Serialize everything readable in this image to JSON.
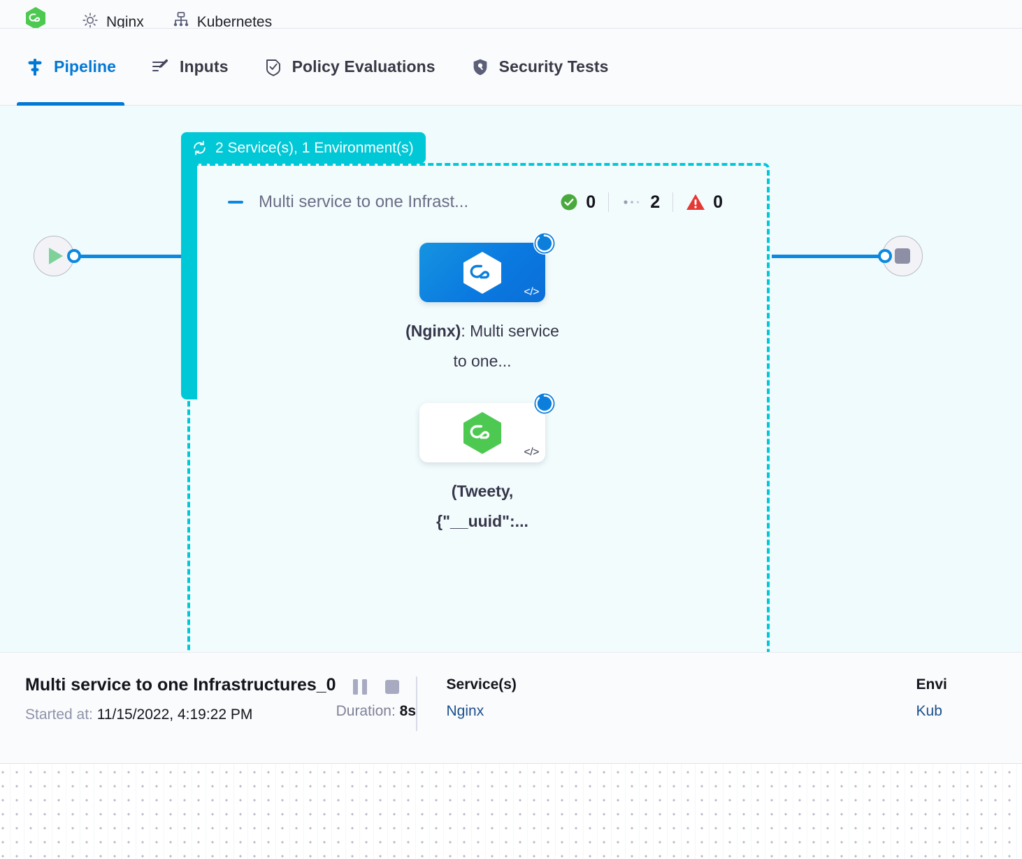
{
  "breadcrumb": {
    "items": [
      {
        "icon": "harness-hexagon-green-icon",
        "label": ""
      },
      {
        "icon": "gear-icon",
        "label": "Nginx"
      },
      {
        "icon": "infrastructure-icon",
        "label": "Kubernetes"
      }
    ]
  },
  "tabs": [
    {
      "id": "pipeline",
      "label": "Pipeline",
      "icon": "pipeline-icon",
      "active": true
    },
    {
      "id": "inputs",
      "label": "Inputs",
      "icon": "inputs-icon",
      "active": false
    },
    {
      "id": "policy",
      "label": "Policy Evaluations",
      "icon": "policy-shield-check-icon",
      "active": false
    },
    {
      "id": "security",
      "label": "Security Tests",
      "icon": "security-shield-icon",
      "active": false
    }
  ],
  "canvas": {
    "group_badge": {
      "icon": "loop-repeat-icon",
      "label": "2 Service(s), 1 Environment(s)"
    },
    "stage": {
      "collapse_icon": "minus-collapse-icon",
      "title": "Multi service to one Infrast...",
      "counts": [
        {
          "id": "success",
          "icon": "check-circle-green-icon",
          "value": "0"
        },
        {
          "id": "running",
          "icon": "pending-dots-icon",
          "value": "2"
        },
        {
          "id": "failed",
          "icon": "warning-triangle-red-icon",
          "value": "0"
        }
      ]
    },
    "steps": [
      {
        "id": "step-nginx",
        "card_style": "blue",
        "hex_icon": "harness-hexagon-white-icon",
        "code_mark": "</>",
        "status_icon": "running-spinner-icon",
        "label_bold": "(Nginx)",
        "label_rest": ": Multi service to one..."
      },
      {
        "id": "step-tweety",
        "card_style": "white",
        "hex_icon": "harness-hexagon-green-icon",
        "code_mark": "</>",
        "status_icon": "running-spinner-icon",
        "label_bold": "(Tweety, {\"__uuid\":...",
        "label_rest": ""
      }
    ],
    "start_node": {
      "icon": "play-start-icon"
    },
    "end_node": {
      "icon": "stop-end-icon"
    }
  },
  "info_panel": {
    "title": "Multi service to one Infrastructures_0",
    "started_label": "Started at:",
    "started_value": "11/15/2022, 4:19:22 PM",
    "controls": [
      {
        "id": "pause",
        "icon": "pause-icon"
      },
      {
        "id": "stop",
        "icon": "stop-icon"
      }
    ],
    "duration_label": "Duration:",
    "duration_value": "8s",
    "services": {
      "heading": "Service(s)",
      "value": "Nginx"
    },
    "environments": {
      "heading": "Envi",
      "value": "Kub"
    }
  },
  "colors": {
    "accent_blue": "#0278d5",
    "teal_group": "#00c8d6",
    "canvas_bg": "#effbfd",
    "success_green": "#4aa93d",
    "error_red": "#e53935",
    "link_blue": "#1b4f8e"
  }
}
